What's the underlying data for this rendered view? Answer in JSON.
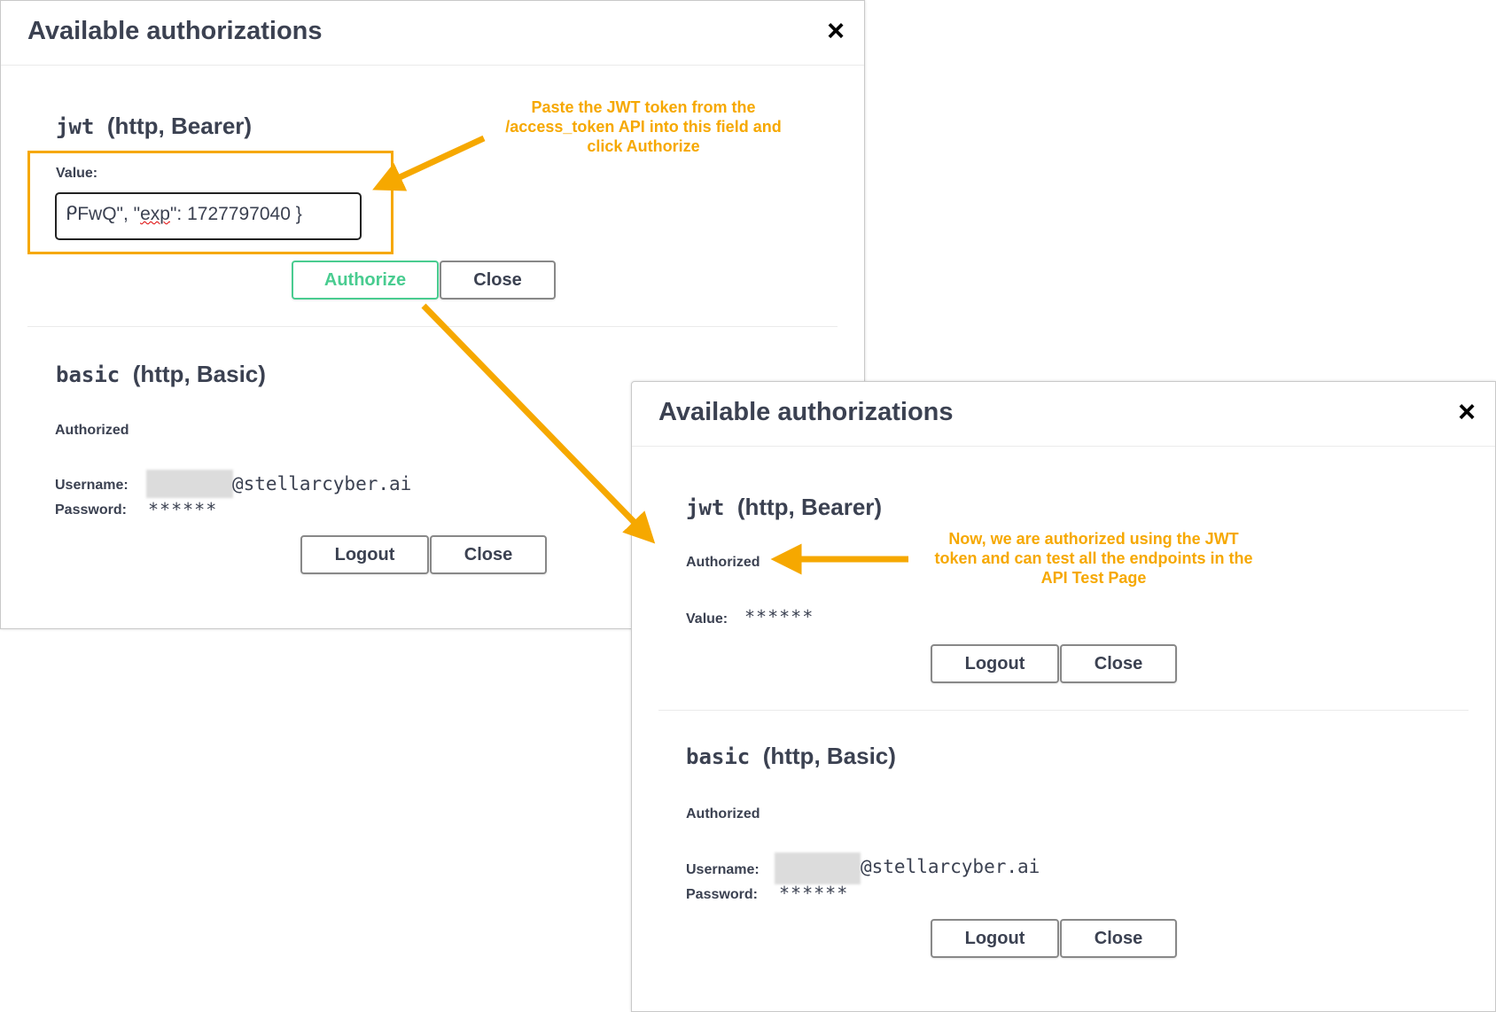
{
  "modal1": {
    "title": "Available authorizations",
    "close_glyph": "×",
    "jwt": {
      "name": "jwt",
      "scheme": "(http, Bearer)",
      "value_label": "Value:",
      "value_text_prefix": "ᑭFwQ\",   \"",
      "value_text_word": "exp",
      "value_text_suffix": "\": 1727797040 }",
      "authorize_label": "Authorize",
      "close_label": "Close"
    },
    "basic": {
      "name": "basic",
      "scheme": "(http, Basic)",
      "status": "Authorized",
      "username_label": "Username:",
      "username_domain": "@stellarcyber.ai",
      "password_label": "Password:",
      "password_value": "******",
      "logout_label": "Logout",
      "close_label": "Close"
    }
  },
  "modal2": {
    "title": "Available authorizations",
    "close_glyph": "×",
    "jwt": {
      "name": "jwt",
      "scheme": "(http, Bearer)",
      "status": "Authorized",
      "value_label": "Value:",
      "value_stars": "******",
      "logout_label": "Logout",
      "close_label": "Close"
    },
    "basic": {
      "name": "basic",
      "scheme": "(http, Basic)",
      "status": "Authorized",
      "username_label": "Username:",
      "username_domain": "@stellarcyber.ai",
      "password_label": "Password:",
      "password_value": "******",
      "logout_label": "Logout",
      "close_label": "Close"
    }
  },
  "annotations": {
    "paste_note": "Paste the JWT token from the /access_token API into this field and click Authorize",
    "authorized_note": "Now, we are authorized using the JWT token and can test all the endpoints in the API Test Page"
  },
  "colors": {
    "annotation": "#f6a800",
    "authorize_green": "#49cc90",
    "text": "#3b4151"
  },
  "icons": [
    "close-icon",
    "arrow-icon"
  ]
}
